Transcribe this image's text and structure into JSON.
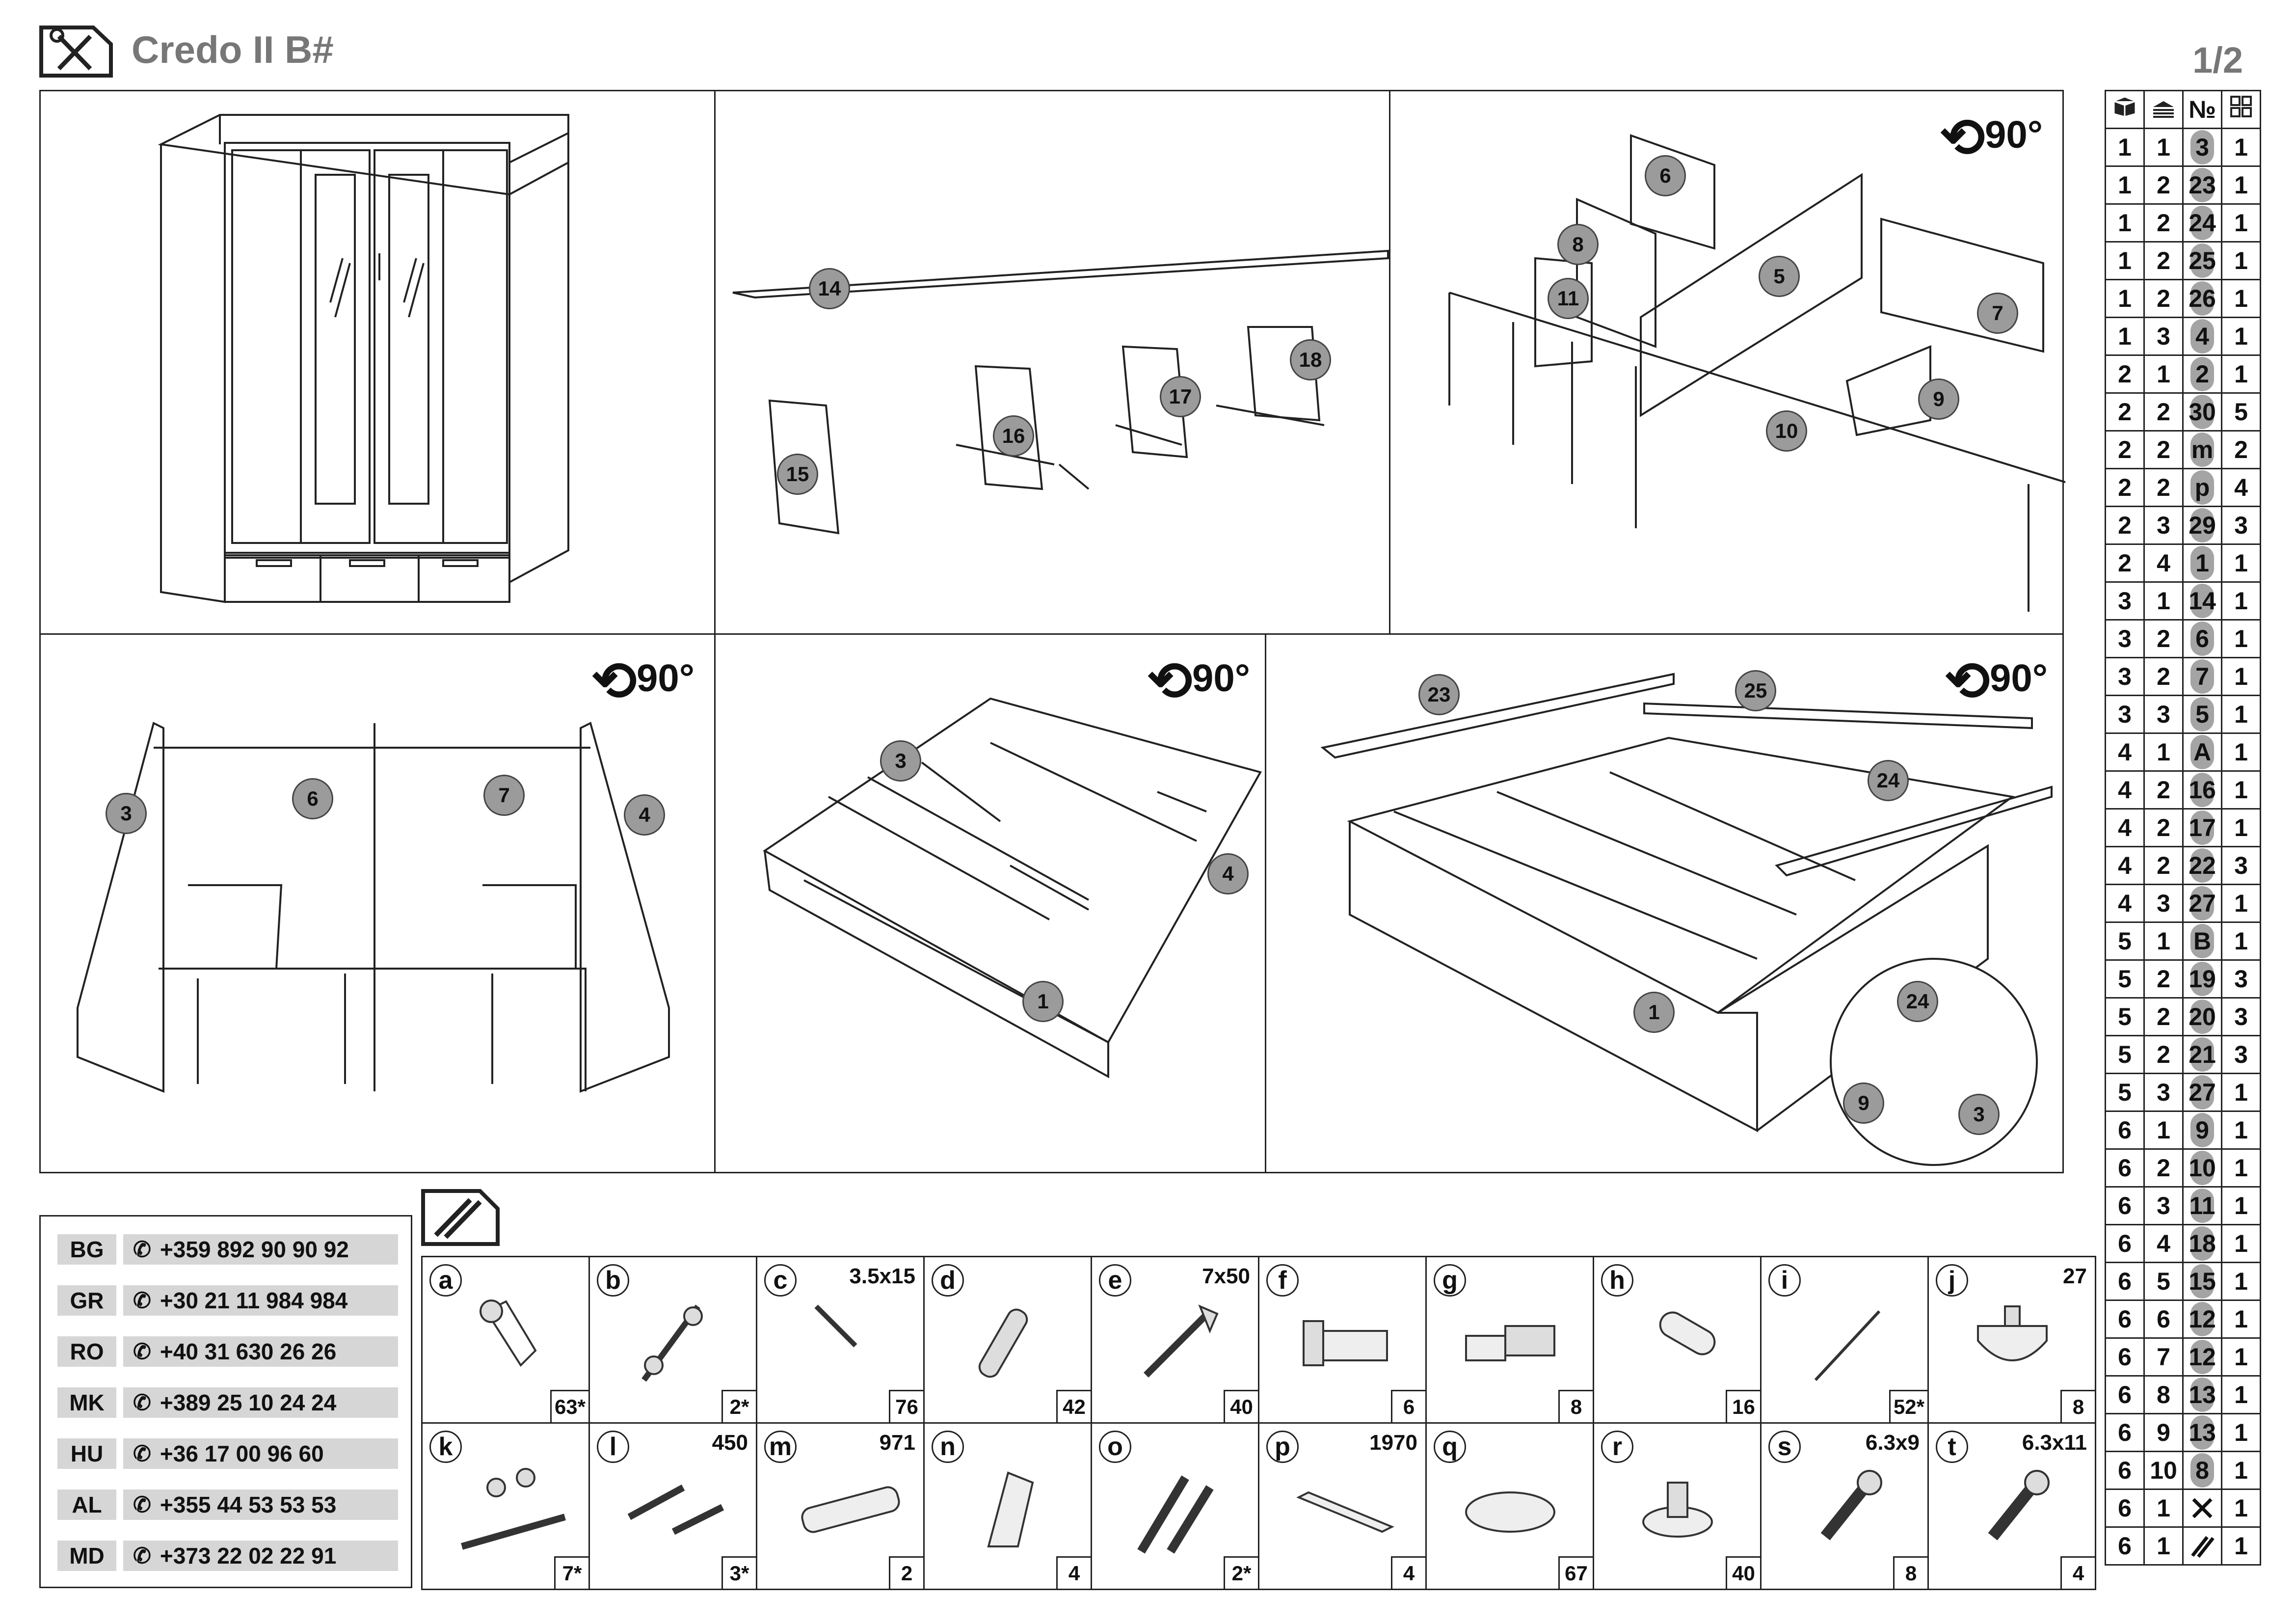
{
  "header": {
    "title": "Credo II B#",
    "page": "1/2"
  },
  "rotation_label": "90°",
  "table": {
    "headers": [
      "box-icon",
      "stack-icon",
      "№",
      "grid-icon"
    ],
    "header_no": "№",
    "rows": [
      [
        "1",
        "1",
        "3",
        "1"
      ],
      [
        "1",
        "2",
        "23",
        "1"
      ],
      [
        "1",
        "2",
        "24",
        "1"
      ],
      [
        "1",
        "2",
        "25",
        "1"
      ],
      [
        "1",
        "2",
        "26",
        "1"
      ],
      [
        "1",
        "3",
        "4",
        "1"
      ],
      [
        "2",
        "1",
        "2",
        "1"
      ],
      [
        "2",
        "2",
        "30",
        "5"
      ],
      [
        "2",
        "2",
        "m",
        "2"
      ],
      [
        "2",
        "2",
        "p",
        "4"
      ],
      [
        "2",
        "3",
        "29",
        "3"
      ],
      [
        "2",
        "4",
        "1",
        "1"
      ],
      [
        "3",
        "1",
        "14",
        "1"
      ],
      [
        "3",
        "2",
        "6",
        "1"
      ],
      [
        "3",
        "2",
        "7",
        "1"
      ],
      [
        "3",
        "3",
        "5",
        "1"
      ],
      [
        "4",
        "1",
        "A",
        "1"
      ],
      [
        "4",
        "2",
        "16",
        "1"
      ],
      [
        "4",
        "2",
        "17",
        "1"
      ],
      [
        "4",
        "2",
        "22",
        "3"
      ],
      [
        "4",
        "3",
        "27",
        "1"
      ],
      [
        "5",
        "1",
        "B",
        "1"
      ],
      [
        "5",
        "2",
        "19",
        "3"
      ],
      [
        "5",
        "2",
        "20",
        "3"
      ],
      [
        "5",
        "2",
        "21",
        "3"
      ],
      [
        "5",
        "3",
        "27",
        "1"
      ],
      [
        "6",
        "1",
        "9",
        "1"
      ],
      [
        "6",
        "2",
        "10",
        "1"
      ],
      [
        "6",
        "3",
        "11",
        "1"
      ],
      [
        "6",
        "4",
        "18",
        "1"
      ],
      [
        "6",
        "5",
        "15",
        "1"
      ],
      [
        "6",
        "6",
        "12",
        "1"
      ],
      [
        "6",
        "7",
        "12",
        "1"
      ],
      [
        "6",
        "8",
        "13",
        "1"
      ],
      [
        "6",
        "9",
        "13",
        "1"
      ],
      [
        "6",
        "10",
        "8",
        "1"
      ],
      [
        "6",
        "1",
        "tools-icon",
        "1"
      ],
      [
        "6",
        "1",
        "screws-icon",
        "1"
      ]
    ]
  },
  "phones": [
    {
      "code": "BG",
      "number": "+359 892 90 90 92"
    },
    {
      "code": "GR",
      "number": "+30 21 11 984 984"
    },
    {
      "code": "RO",
      "number": "+40 31 630 26 26"
    },
    {
      "code": "MK",
      "number": "+389 25 10 24 24"
    },
    {
      "code": "HU",
      "number": "+36 17 00 96 60"
    },
    {
      "code": "AL",
      "number": "+355 44 53 53 53"
    },
    {
      "code": "MD",
      "number": "+373 22 02 22 91"
    }
  ],
  "hardware": [
    {
      "letter": "a",
      "size": "",
      "qty": "63*"
    },
    {
      "letter": "b",
      "size": "",
      "qty": "2*"
    },
    {
      "letter": "c",
      "size": "3.5x15",
      "qty": "76"
    },
    {
      "letter": "d",
      "size": "",
      "qty": "42"
    },
    {
      "letter": "e",
      "size": "7x50",
      "qty": "40"
    },
    {
      "letter": "f",
      "size": "",
      "qty": "6"
    },
    {
      "letter": "g",
      "size": "",
      "qty": "8"
    },
    {
      "letter": "h",
      "size": "",
      "qty": "16"
    },
    {
      "letter": "i",
      "size": "",
      "qty": "52*"
    },
    {
      "letter": "j",
      "size": "27",
      "qty": "8"
    },
    {
      "letter": "k",
      "size": "",
      "qty": "7*"
    },
    {
      "letter": "l",
      "size": "450",
      "qty": "3*"
    },
    {
      "letter": "m",
      "size": "971",
      "qty": "2"
    },
    {
      "letter": "n",
      "size": "",
      "qty": "4"
    },
    {
      "letter": "o",
      "size": "",
      "qty": "2*"
    },
    {
      "letter": "p",
      "size": "1970",
      "qty": "4"
    },
    {
      "letter": "q",
      "size": "",
      "qty": "67"
    },
    {
      "letter": "r",
      "size": "",
      "qty": "40"
    },
    {
      "letter": "s",
      "size": "6.3x9",
      "qty": "8"
    },
    {
      "letter": "t",
      "size": "6.3x11",
      "qty": "4"
    }
  ],
  "callouts": {
    "p2": [
      "14",
      "15",
      "16",
      "17",
      "18"
    ],
    "p3": [
      "6",
      "8",
      "11",
      "5",
      "7",
      "10",
      "9"
    ],
    "p4": [
      "3",
      "6",
      "7",
      "4"
    ],
    "p5": [
      "3",
      "4",
      "1"
    ],
    "p6": [
      "23",
      "25",
      "24",
      "1",
      "24",
      "9",
      "3"
    ]
  }
}
